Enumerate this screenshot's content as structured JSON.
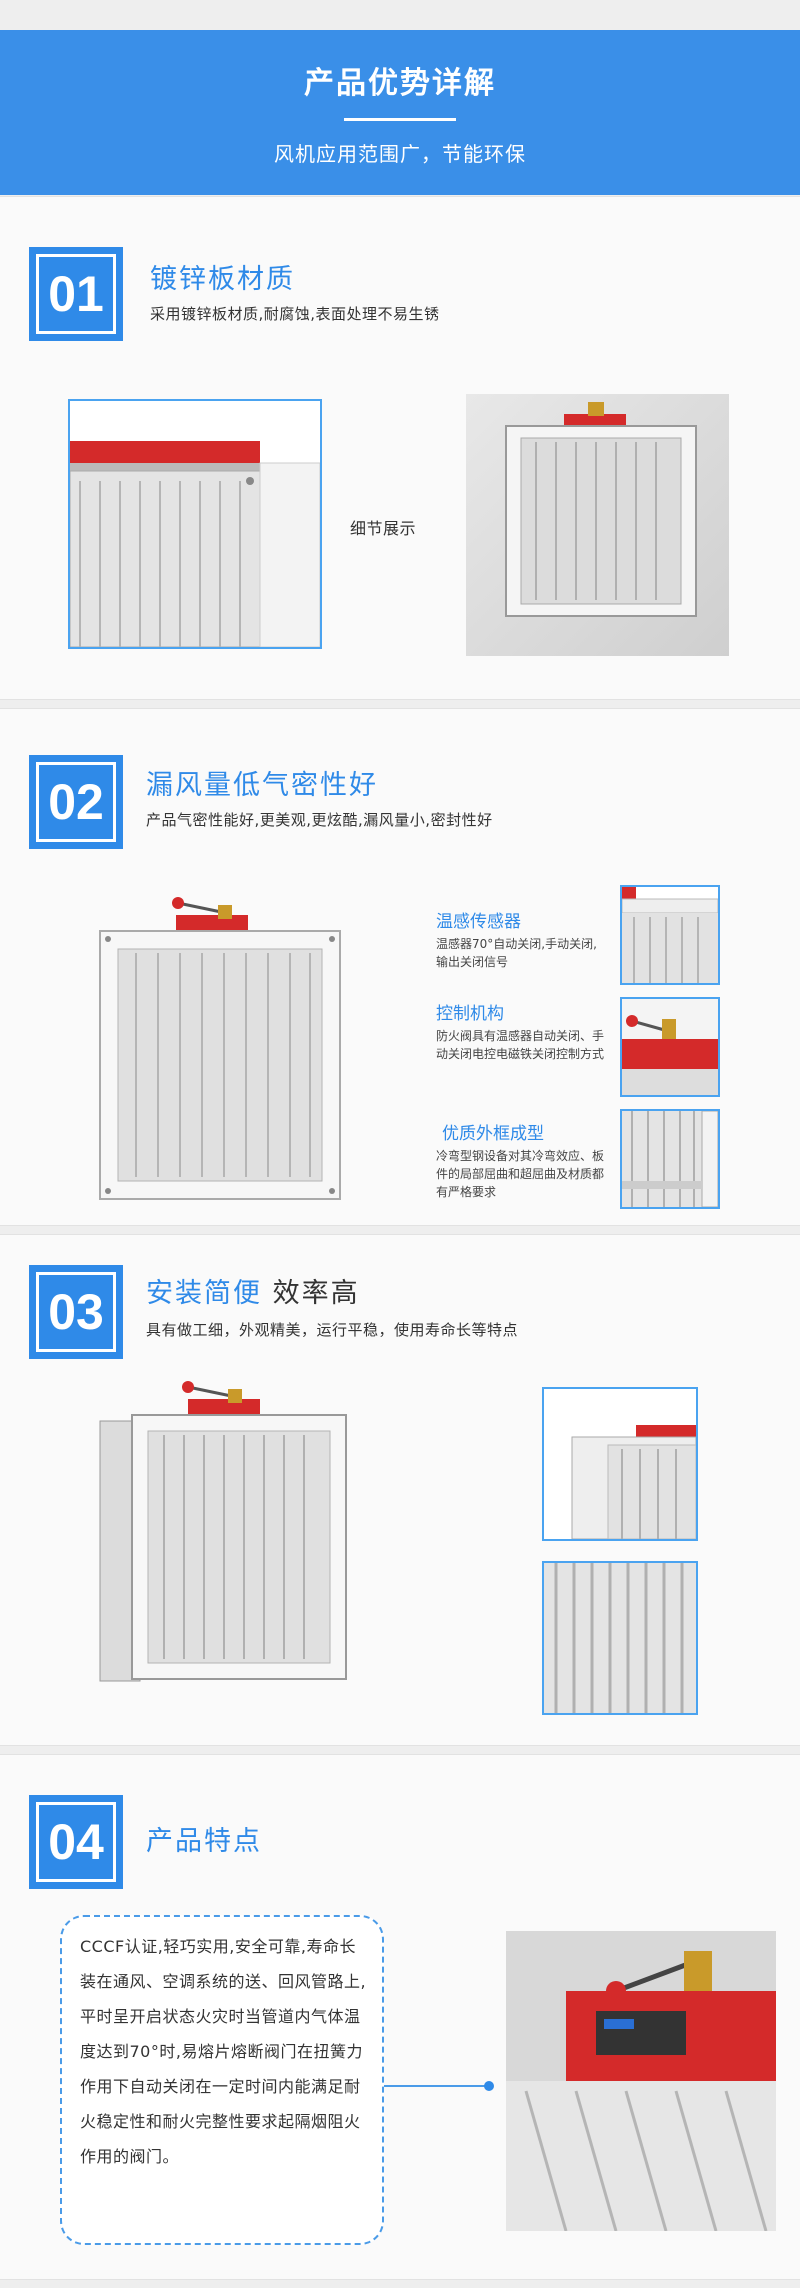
{
  "header": {
    "title": "产品优势详解",
    "subtitle": "风机应用范围广，节能环保"
  },
  "section1": {
    "number": "01",
    "title": "镀锌板材质",
    "subtitle": "采用镀锌板材质,耐腐蚀,表面处理不易生锈",
    "detail_label": "细节展示"
  },
  "section2": {
    "number": "02",
    "title": "漏风量低气密性好",
    "subtitle": "产品气密性能好,更美观,更炫酷,漏风量小,密封性好",
    "features": [
      {
        "title": "温感传感器",
        "text": "温感器70°自动关闭,手动关闭,输出关闭信号"
      },
      {
        "title": "控制机构",
        "text": "防火阀具有温感器自动关闭、手动关闭电控电磁铁关闭控制方式"
      },
      {
        "title": "优质外框成型",
        "text": "冷弯型钢设备对其冷弯效应、板件的局部屈曲和超屈曲及材质都有严格要求"
      }
    ]
  },
  "section3": {
    "number": "03",
    "title_blue": "安装简便",
    "title_dark": "效率高",
    "subtitle": "具有做工细，外观精美，运行平稳，使用寿命长等特点"
  },
  "section4": {
    "number": "04",
    "title": "产品特点",
    "description": "CCCF认证,轻巧实用,安全可靠,寿命长装在通风、空调系统的送、回风管路上,平时呈开启状态火灾时当管道内气体温度达到70°时,易熔片熔断阀门在扭簧力作用下自动关闭在一定时间内能满足耐火稳定性和耐火完整性要求起隔烟阻火作用的阀门。"
  },
  "colors": {
    "accent": "#2f8ae8",
    "header_bg": "#3a8fe8",
    "red": "#d42a2a"
  }
}
